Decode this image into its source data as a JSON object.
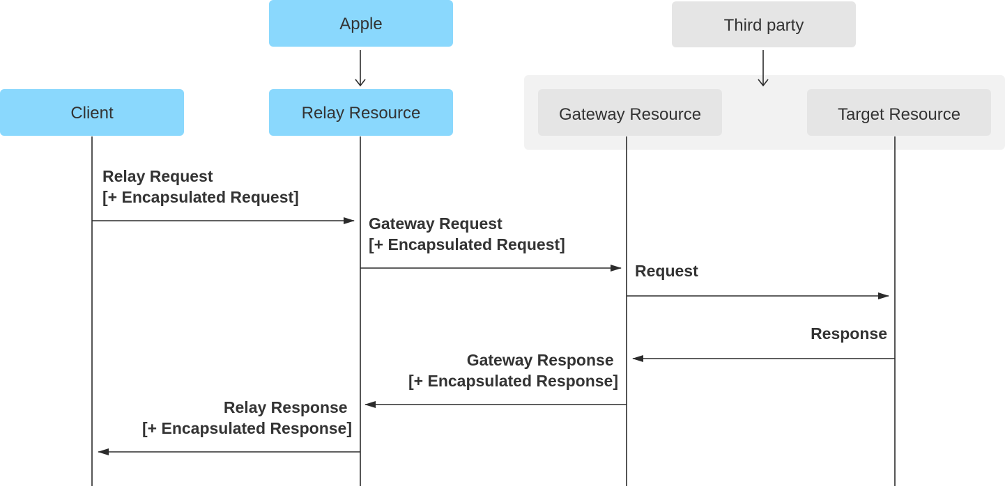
{
  "owners": {
    "apple": "Apple",
    "third_party": "Third party"
  },
  "participants": {
    "client": "Client",
    "relay": "Relay Resource",
    "gateway": "Gateway Resource",
    "target": "Target Resource"
  },
  "messages": {
    "relay_request": [
      "Relay Request",
      "[+ Encapsulated Request]"
    ],
    "gateway_request": [
      "Gateway Request",
      "[+ Encapsulated Request]"
    ],
    "request": [
      "Request"
    ],
    "response": [
      "Response"
    ],
    "gateway_response": [
      "Gateway Response",
      "[+ Encapsulated Response]"
    ],
    "relay_response": [
      "Relay Response",
      "[+ Encapsulated Response]"
    ]
  },
  "colors": {
    "apple_box": "#8ad8fd",
    "third_party_box": "#e5e5e5",
    "third_party_group": "#f2f2f2",
    "line": "#2b2b2b",
    "text": "#333333"
  }
}
